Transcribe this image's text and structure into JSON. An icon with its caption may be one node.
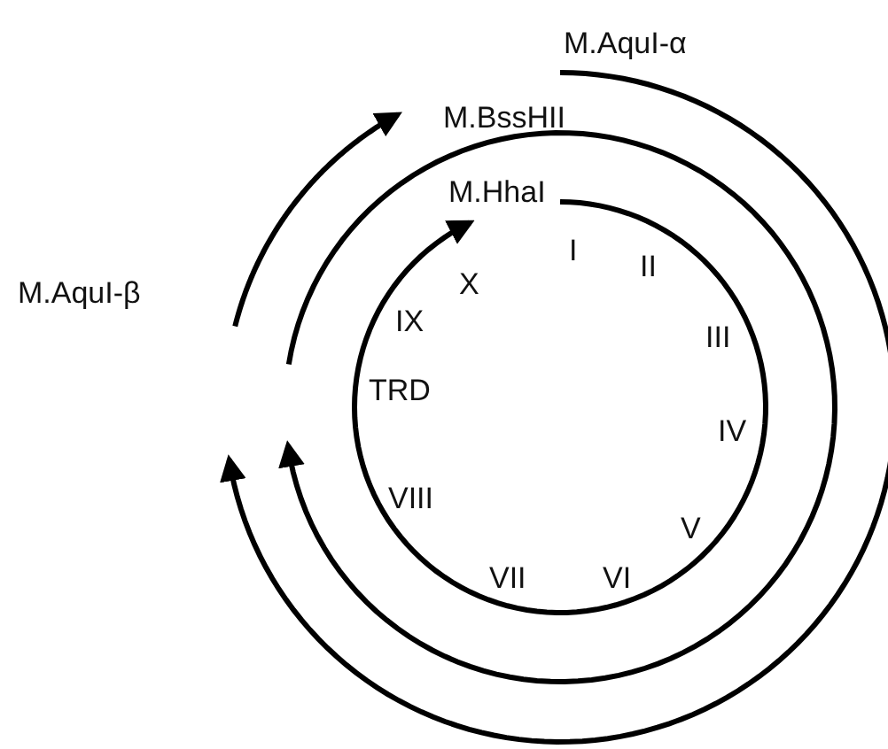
{
  "diagram": {
    "labels": [
      "M.AquI-α",
      "M.BssHII",
      "M.HhaI",
      "M.AquI-β",
      "I",
      "II",
      "III",
      "IV",
      "V",
      "VI",
      "VII",
      "VIII",
      "TRD",
      "IX",
      "X"
    ]
  }
}
